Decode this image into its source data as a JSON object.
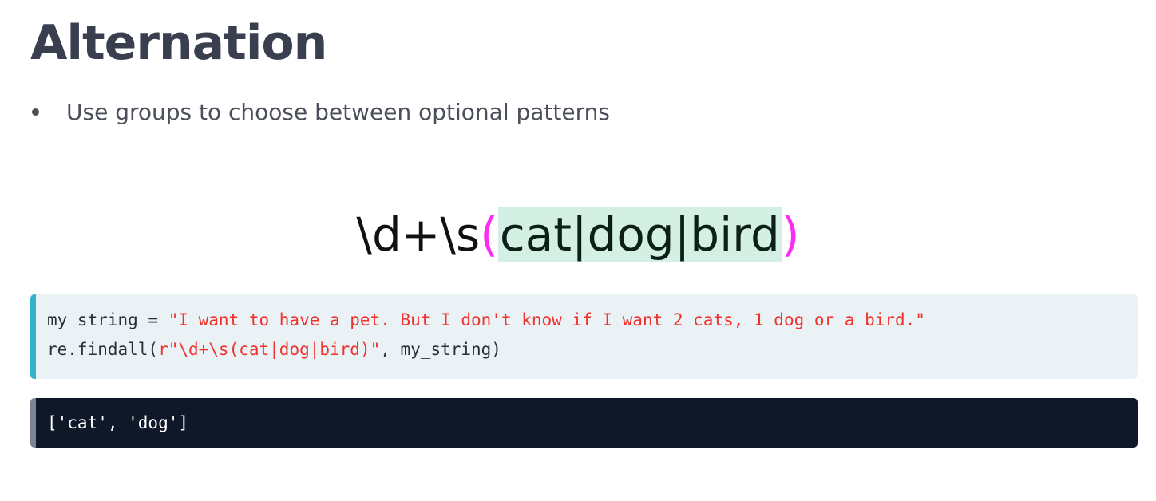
{
  "title": "Alternation",
  "bullets": [
    "Use groups to choose between optional patterns"
  ],
  "regex_display": {
    "prefix": "\\d+\\s",
    "open_paren": "(",
    "group": "cat|dog|bird",
    "close_paren": ")"
  },
  "code": {
    "line1_var": "my_string = ",
    "line1_str": "\"I want to have a pet. But I don't know if I want 2 cats, 1 dog or a bird.\"",
    "line2_func": "re.findall(",
    "line2_str": "r\"\\d+\\s(cat|dog|bird)\"",
    "line2_rest": ", my_string)"
  },
  "output": "['cat', 'dog']",
  "colors": {
    "title": "#3a3f4f",
    "paren": "#ff2bf4",
    "group_highlight": "#d4efe3",
    "code_bg": "#eaf2f6",
    "code_accent": "#33b3cc",
    "string": "#f0312c",
    "output_bg": "#0f1829",
    "output_accent": "#7d8390"
  }
}
